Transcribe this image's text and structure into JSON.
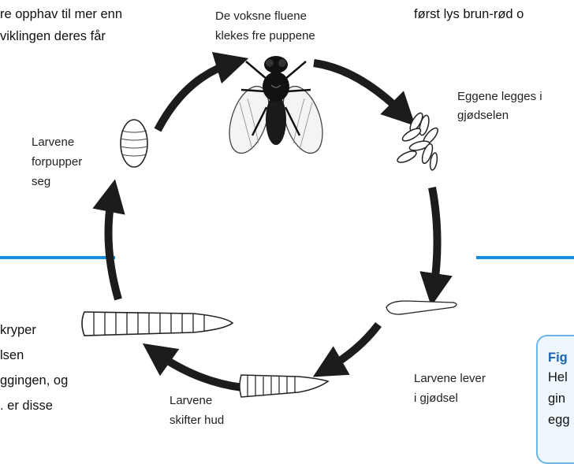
{
  "background_text": {
    "top_left": [
      "re opphav til mer enn",
      "viklingen deres får"
    ],
    "top_right": "først lys brun-rød o",
    "bottom_left": [
      "kryper",
      "lsen",
      "ggingen, og",
      ". er disse"
    ]
  },
  "stages": {
    "adult": {
      "lines": [
        "De voksne fluene",
        "klekes fre puppene"
      ],
      "icon": "fly-icon"
    },
    "eggs": {
      "lines": [
        "Eggene legges i",
        "gjødselen"
      ],
      "icon": "eggs-icon"
    },
    "larva_small": {
      "lines": [
        "Larvene lever",
        "i gjødsel"
      ],
      "icon": "small-larva-icon"
    },
    "larva_molt": {
      "lines": [
        "Larvene",
        "skifter hud"
      ],
      "icon": "molting-larva-icon"
    },
    "pupa": {
      "lines": [
        "Larvene",
        "forpupper",
        "seg"
      ],
      "icon": "pupa-icon"
    }
  },
  "caption": {
    "title": "Fig",
    "lines": [
      "Hel",
      "gin",
      "egg"
    ]
  },
  "colors": {
    "accent": "#1a8be0",
    "arrow": "#1c1c1c",
    "caption_border": "#6cb6e8"
  }
}
